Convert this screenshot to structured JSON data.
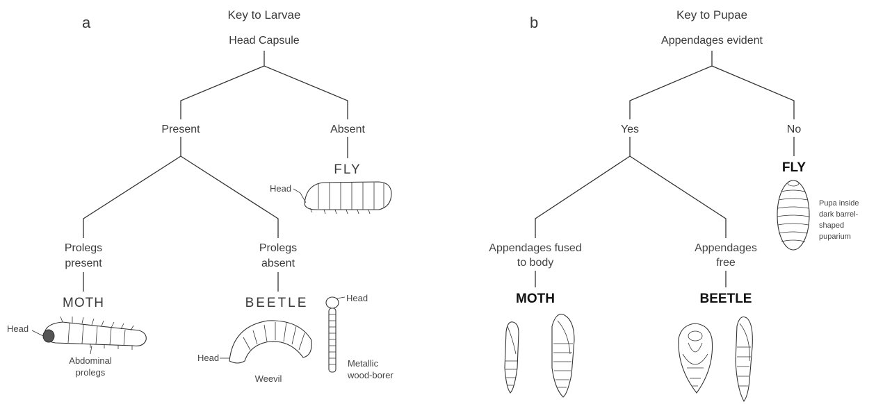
{
  "panel_a": {
    "letter": "a",
    "title": "Key to Larvae",
    "root": "Head Capsule",
    "present": "Present",
    "absent": "Absent",
    "fly": "FLY",
    "fly_head_label": "Head",
    "prolegs_present_1": "Prolegs",
    "prolegs_present_2": "present",
    "prolegs_absent_1": "Prolegs",
    "prolegs_absent_2": "absent",
    "moth": "MOTH",
    "beetle": "BEETLE",
    "moth_head_label": "Head",
    "abdominal_1": "Abdominal",
    "abdominal_2": "prolegs",
    "weevil_head_label": "Head",
    "weevil": "Weevil",
    "borer_head_label": "Head",
    "metallic_1": "Metallic",
    "metallic_2": "wood-borer"
  },
  "panel_b": {
    "letter": "b",
    "title": "Key to Pupae",
    "root": "Appendages evident",
    "yes": "Yes",
    "no": "No",
    "fly": "FLY",
    "puparium_1": "Pupa inside",
    "puparium_2": "dark barrel-",
    "puparium_3": "shaped",
    "puparium_4": "puparium",
    "fused_1": "Appendages fused",
    "fused_2": "to body",
    "free_1": "Appendages",
    "free_2": "free",
    "moth": "MOTH",
    "beetle": "BEETLE"
  }
}
